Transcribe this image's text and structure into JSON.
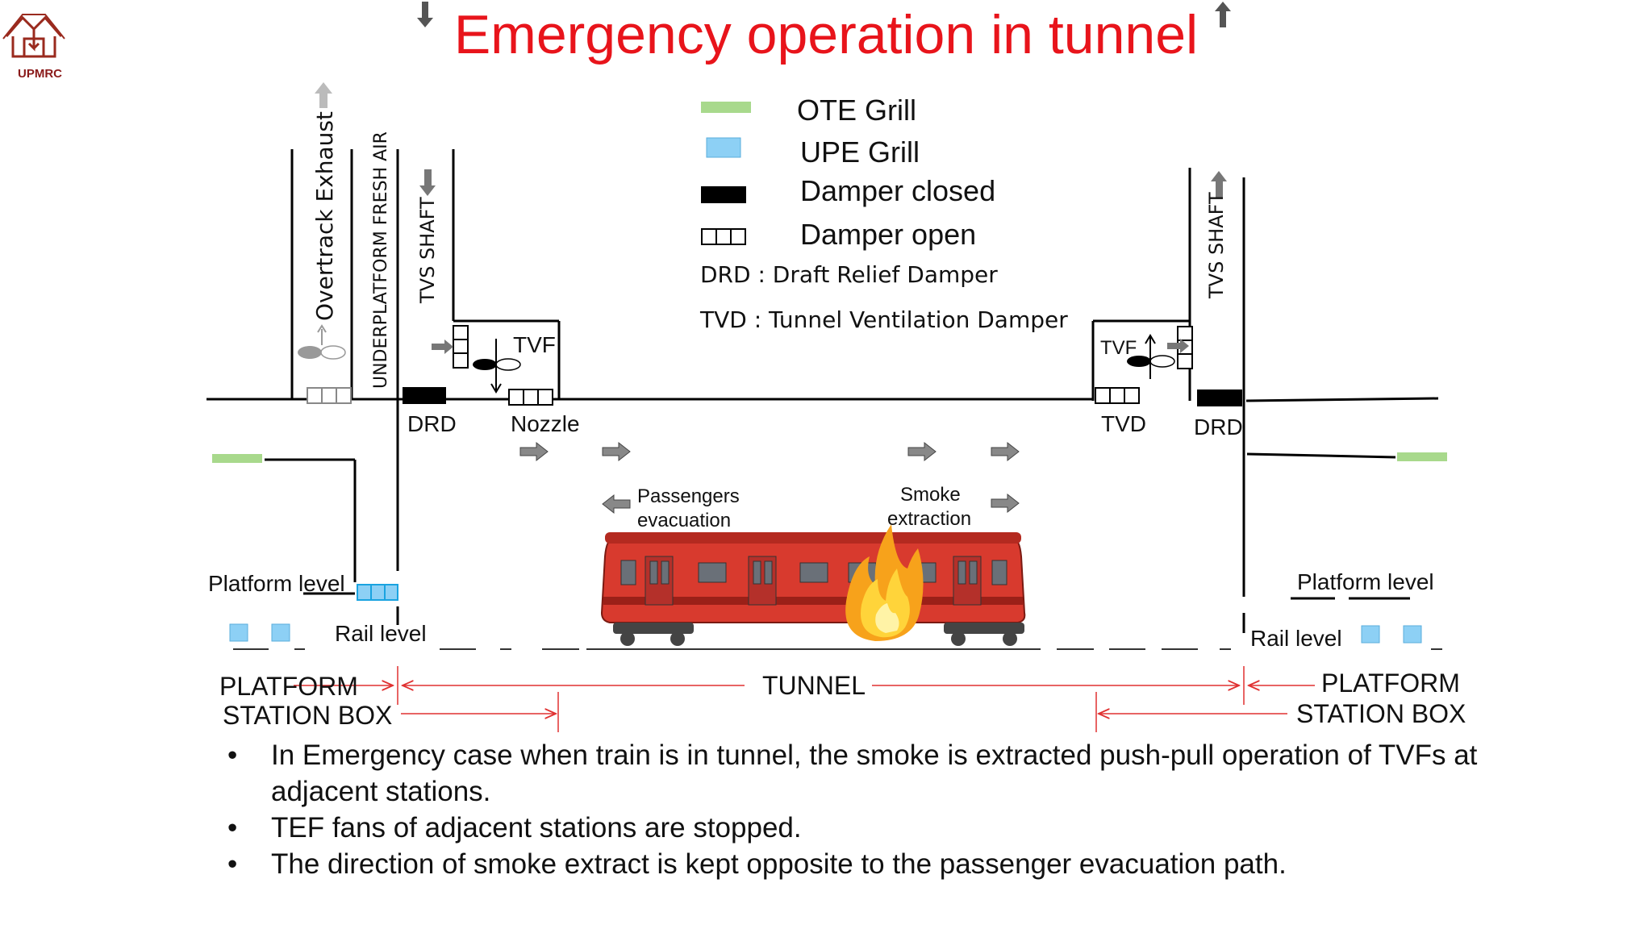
{
  "title": "Emergency operation in tunnel",
  "logo": {
    "text": "UPMRC"
  },
  "legend": {
    "ote_grill": "OTE Grill",
    "upe_grill": "UPE Grill",
    "damper_closed": "Damper closed",
    "damper_open": "Damper open",
    "drd_def": "DRD : Draft Relief Damper",
    "tvd_def": "TVD : Tunnel Ventilation Damper"
  },
  "labels": {
    "overtrack_exhaust": "Overtrack Exhaust",
    "underplatform_fresh_air": "UNDERPLATFORM FRESH AIR",
    "tvs_shaft_left": "TVS  SHAFT",
    "tvs_shaft_right": "TVS  SHAFT",
    "tvf_left": "TVF",
    "tvf_right": "TVF",
    "drd_left": "DRD",
    "drd_right": "DRD",
    "nozzle": "Nozzle",
    "tvd": "TVD",
    "passengers_evacuation_1": "Passengers",
    "passengers_evacuation_2": "evacuation",
    "smoke_extraction_1": "Smoke",
    "smoke_extraction_2": "extraction",
    "platform_level_left": "Platform level",
    "platform_level_right": "Platform level",
    "rail_level_left": "Rail level",
    "rail_level_right": "Rail level",
    "platform_station_box_left_1": "PLATFORM",
    "platform_station_box_left_2": "STATION BOX",
    "tunnel": "TUNNEL",
    "platform_station_box_right_1": "PLATFORM",
    "platform_station_box_right_2": "STATION BOX"
  },
  "bullets": [
    "In Emergency case when train is in tunnel, the smoke is extracted push-pull operation of TVFs at adjacent stations.",
    "TEF fans of adjacent stations are stopped.",
    "The direction of smoke extract is kept opposite to the passenger evacuation path."
  ],
  "colors": {
    "title": "#e8141b",
    "ote_grill": "#a8d98c",
    "upe_grill": "#8dd0f5",
    "dimension_line": "#e03030",
    "train_body": "#d83a2e",
    "fire": "#f7a21b"
  }
}
